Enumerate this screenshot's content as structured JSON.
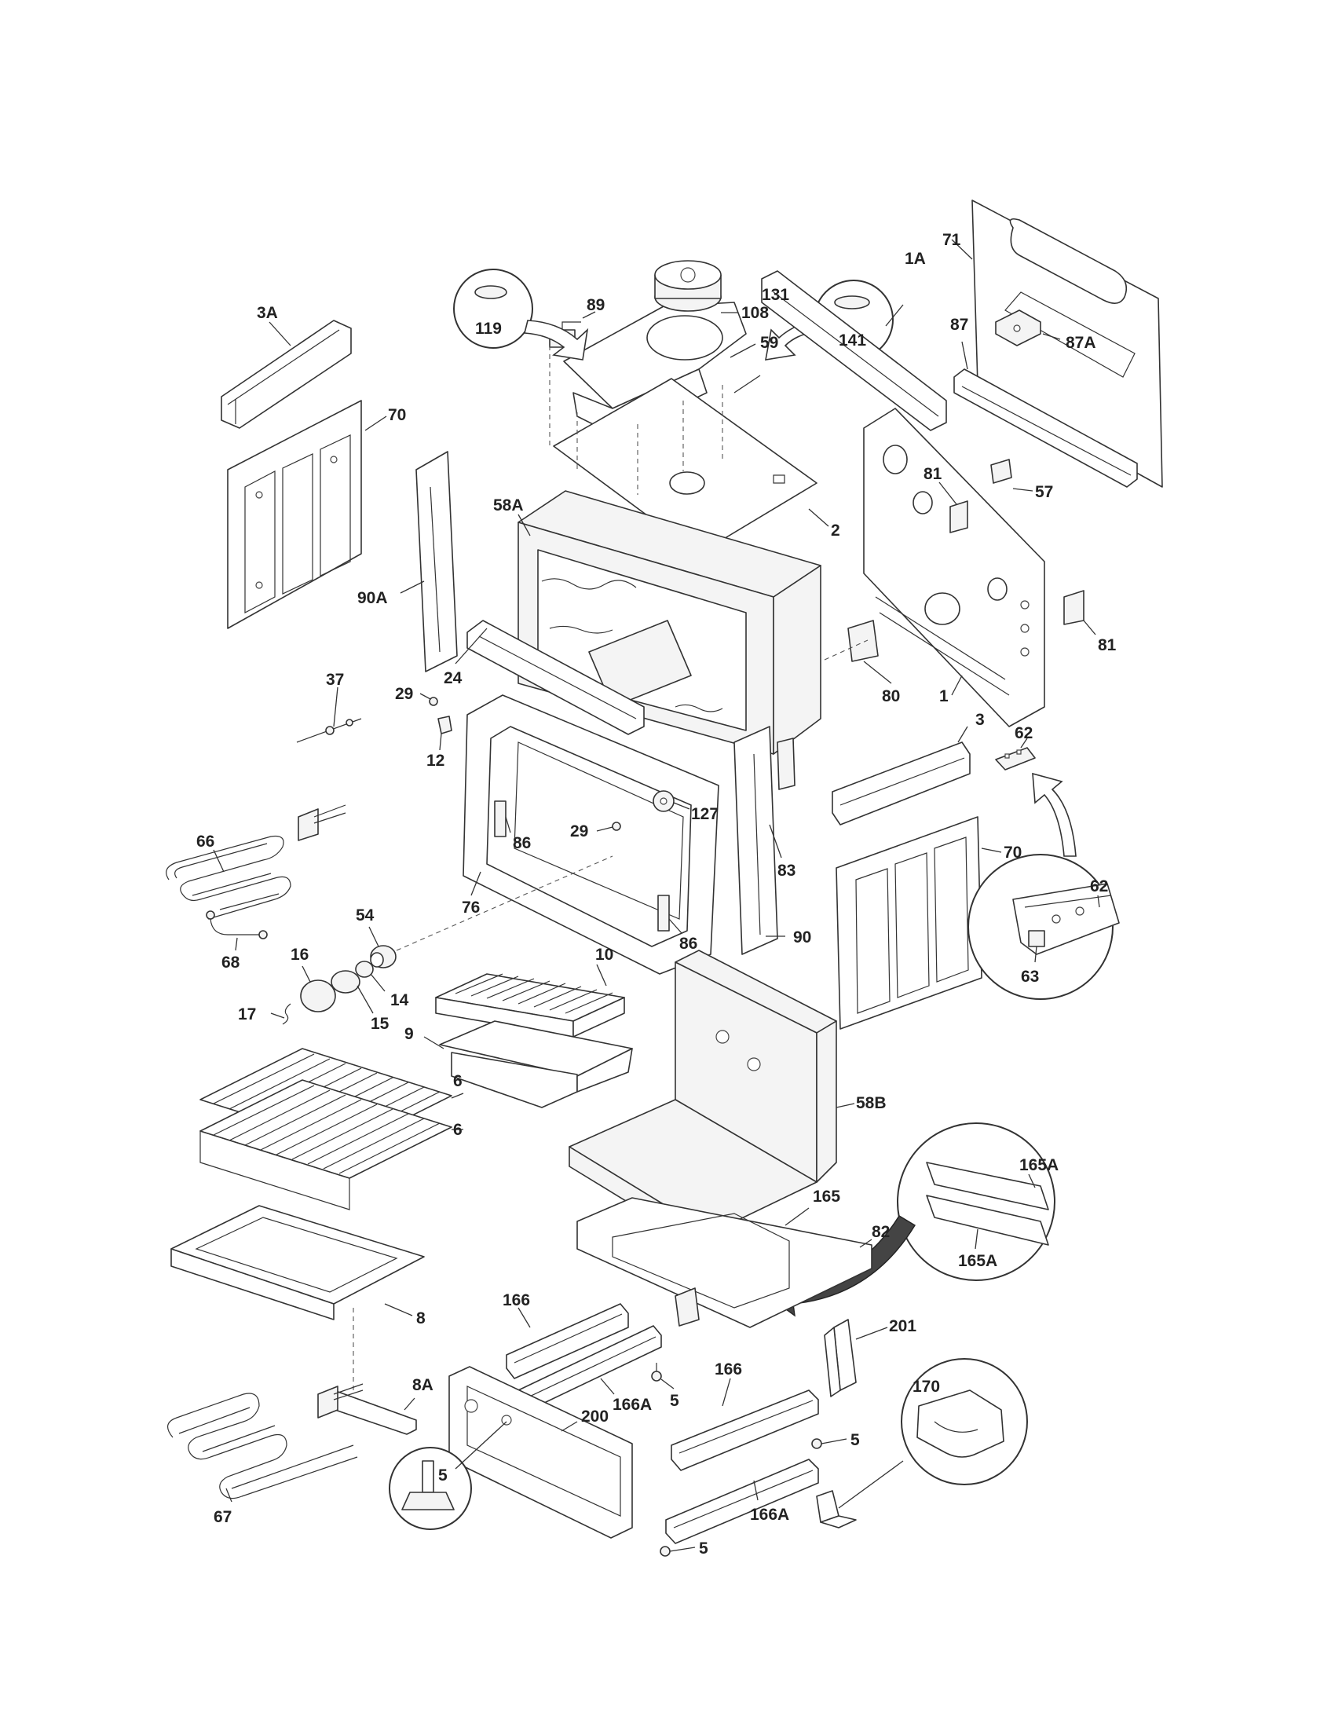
{
  "diagram": {
    "part_labels": [
      {
        "id": "l-3A",
        "text": "3A"
      },
      {
        "id": "l-89",
        "text": "89"
      },
      {
        "id": "l-108",
        "text": "108"
      },
      {
        "id": "l-1A",
        "text": "1A"
      },
      {
        "id": "l-71",
        "text": "71"
      },
      {
        "id": "l-87",
        "text": "87"
      },
      {
        "id": "l-87A",
        "text": "87A"
      },
      {
        "id": "l-59",
        "text": "59"
      },
      {
        "id": "l-131",
        "text": "131"
      },
      {
        "id": "l-119",
        "text": "119"
      },
      {
        "id": "l-141",
        "text": "141"
      },
      {
        "id": "l-70a",
        "text": "70"
      },
      {
        "id": "l-58A",
        "text": "58A"
      },
      {
        "id": "l-2",
        "text": "2"
      },
      {
        "id": "l-81a",
        "text": "81"
      },
      {
        "id": "l-57",
        "text": "57"
      },
      {
        "id": "l-90A",
        "text": "90A"
      },
      {
        "id": "l-24",
        "text": "24"
      },
      {
        "id": "l-37",
        "text": "37"
      },
      {
        "id": "l-29a",
        "text": "29"
      },
      {
        "id": "l-12",
        "text": "12"
      },
      {
        "id": "l-81b",
        "text": "81"
      },
      {
        "id": "l-80",
        "text": "80"
      },
      {
        "id": "l-1",
        "text": "1"
      },
      {
        "id": "l-3",
        "text": "3"
      },
      {
        "id": "l-62a",
        "text": "62"
      },
      {
        "id": "l-66",
        "text": "66"
      },
      {
        "id": "l-29b",
        "text": "29"
      },
      {
        "id": "l-127",
        "text": "127"
      },
      {
        "id": "l-86a",
        "text": "86"
      },
      {
        "id": "l-70b",
        "text": "70"
      },
      {
        "id": "l-76",
        "text": "76"
      },
      {
        "id": "l-83",
        "text": "83"
      },
      {
        "id": "l-62b",
        "text": "62"
      },
      {
        "id": "l-86b",
        "text": "86"
      },
      {
        "id": "l-90",
        "text": "90"
      },
      {
        "id": "l-68",
        "text": "68"
      },
      {
        "id": "l-54",
        "text": "54"
      },
      {
        "id": "l-63",
        "text": "63"
      },
      {
        "id": "l-16",
        "text": "16"
      },
      {
        "id": "l-10",
        "text": "10"
      },
      {
        "id": "l-14",
        "text": "14"
      },
      {
        "id": "l-17",
        "text": "17"
      },
      {
        "id": "l-15",
        "text": "15"
      },
      {
        "id": "l-9",
        "text": "9"
      },
      {
        "id": "l-6a",
        "text": "6"
      },
      {
        "id": "l-6b",
        "text": "6"
      },
      {
        "id": "l-58B",
        "text": "58B"
      },
      {
        "id": "l-165A-a",
        "text": "165A"
      },
      {
        "id": "l-165",
        "text": "165"
      },
      {
        "id": "l-82",
        "text": "82"
      },
      {
        "id": "l-165A-b",
        "text": "165A"
      },
      {
        "id": "l-8",
        "text": "8"
      },
      {
        "id": "l-166a",
        "text": "166"
      },
      {
        "id": "l-201",
        "text": "201"
      },
      {
        "id": "l-8A",
        "text": "8A"
      },
      {
        "id": "l-166A-a",
        "text": "166A"
      },
      {
        "id": "l-5a",
        "text": "5"
      },
      {
        "id": "l-166b",
        "text": "166"
      },
      {
        "id": "l-170",
        "text": "170"
      },
      {
        "id": "l-200",
        "text": "200"
      },
      {
        "id": "l-5b",
        "text": "5"
      },
      {
        "id": "l-5c",
        "text": "5"
      },
      {
        "id": "l-67",
        "text": "67"
      },
      {
        "id": "l-5d",
        "text": "5"
      },
      {
        "id": "l-166A-b",
        "text": "166A"
      }
    ]
  }
}
